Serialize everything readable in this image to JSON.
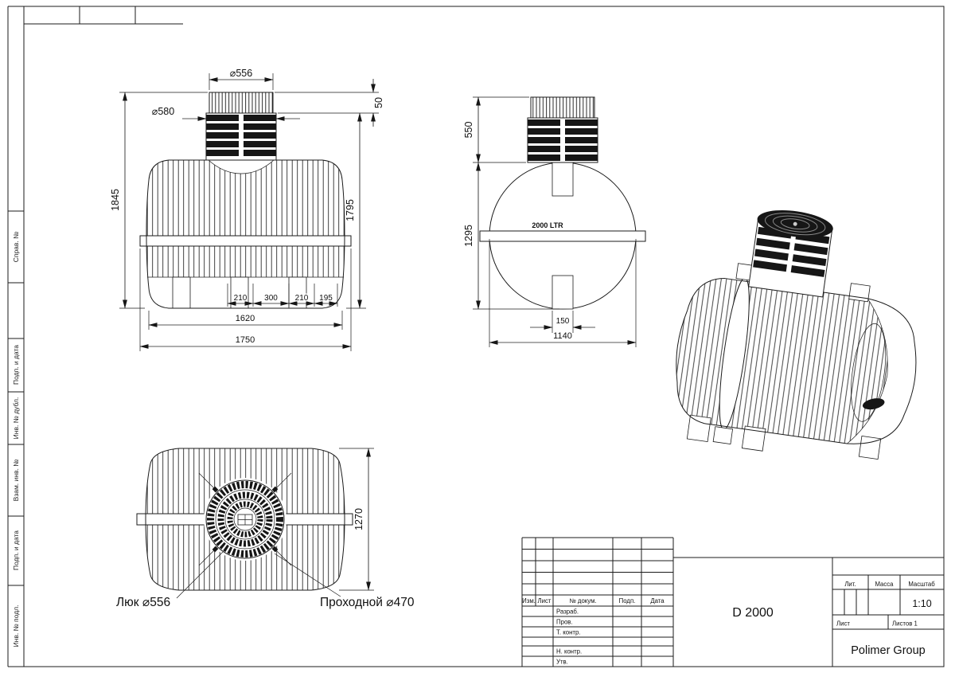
{
  "frame": {
    "labels": [
      "Справ. №",
      "Подп. и дата",
      "Инв. № дубл.",
      "Взам. инв. №",
      "Подп. и дата",
      "Инв. № подл."
    ]
  },
  "front": {
    "dia_lid": "⌀556",
    "dia_collar": "⌀580",
    "lid_height": "50",
    "total_height": "1845",
    "body_height": "1795",
    "seg1": "210",
    "seg2": "300",
    "seg3": "210",
    "seg4": "195",
    "body_length": "1620",
    "overall_length": "1750"
  },
  "side": {
    "capacity": "2000 LTR",
    "neck_height": "550",
    "body_diameter": "1295",
    "foot_width": "150",
    "overall_width": "1140"
  },
  "top": {
    "height": "1270",
    "callout_hatch": "Люк ⌀556",
    "callout_pass": "Проходной ⌀470"
  },
  "title_block": {
    "col_izm": "Изм.",
    "col_list": "Лист",
    "col_doc": "№ докум.",
    "col_sign": "Подп.",
    "col_date": "Дата",
    "row_dev": "Разраб.",
    "row_check": "Пров.",
    "row_tcontr": "Т. контр.",
    "row_ncontr": "Н. контр.",
    "row_approve": "Утв.",
    "designation": "D 2000",
    "lit": "Лит.",
    "mass": "Масса",
    "scale_label": "Масштаб",
    "scale": "1:10",
    "sheet_label": "Лист",
    "sheets_label": "Листов 1",
    "company": "Polimer Group"
  }
}
